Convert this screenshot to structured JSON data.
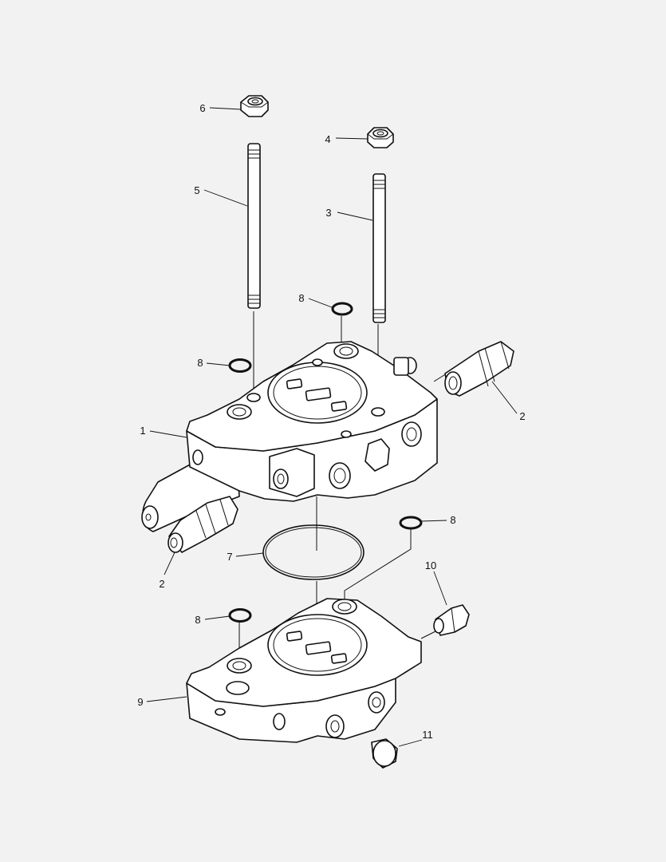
{
  "diagram": {
    "callouts": [
      {
        "id": "c6a",
        "text": "6"
      },
      {
        "id": "c4a",
        "text": "4"
      },
      {
        "id": "c5a",
        "text": "5"
      },
      {
        "id": "c3a",
        "text": "3"
      },
      {
        "id": "c8a",
        "text": "8"
      },
      {
        "id": "c8b",
        "text": "8"
      },
      {
        "id": "c2a",
        "text": "2"
      },
      {
        "id": "c1a",
        "text": "1"
      },
      {
        "id": "c8c",
        "text": "8"
      },
      {
        "id": "c7a",
        "text": "7"
      },
      {
        "id": "c2b",
        "text": "2"
      },
      {
        "id": "c10a",
        "text": "10"
      },
      {
        "id": "c8d",
        "text": "8"
      },
      {
        "id": "c9a",
        "text": "9"
      },
      {
        "id": "c11a",
        "text": "11"
      }
    ]
  }
}
